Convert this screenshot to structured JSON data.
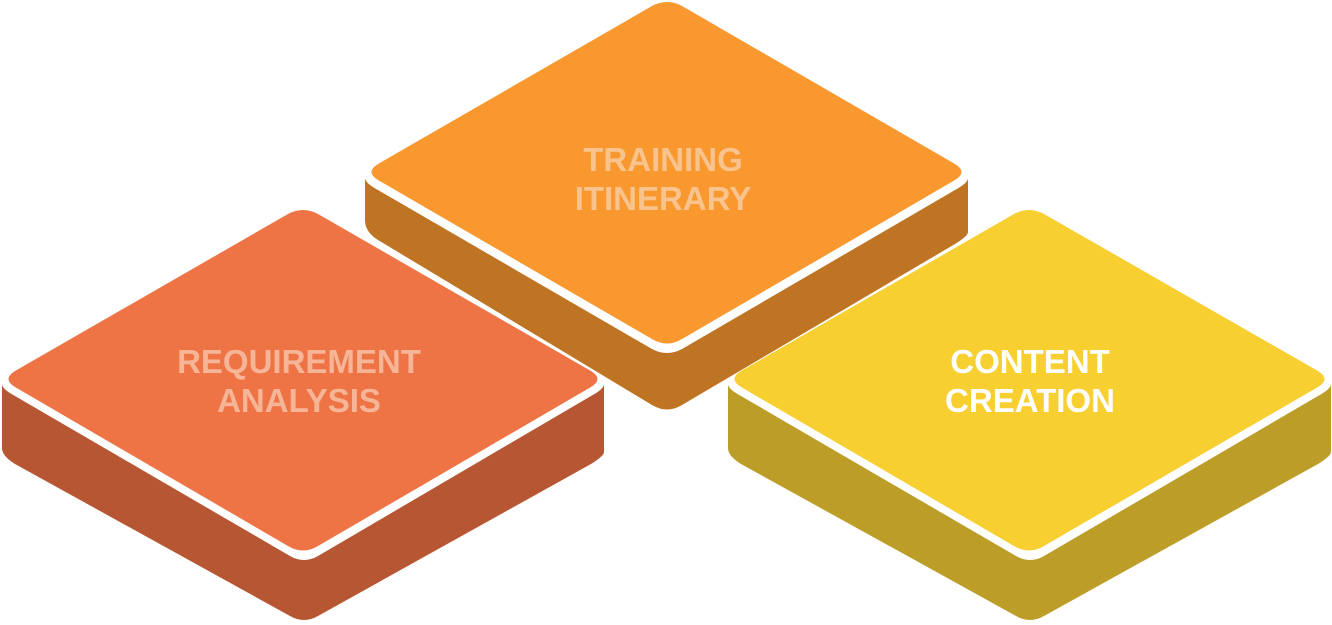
{
  "tiles": [
    {
      "id": "requirement-analysis",
      "label_line1": "REQUIREMENT",
      "label_line2": "ANALYSIS",
      "top_color": "#EE7446",
      "side_color": "#B75632",
      "text_color": "#F6B597"
    },
    {
      "id": "training-itinerary",
      "label_line1": "TRAINING",
      "label_line2": "ITINERARY",
      "top_color": "#F8982E",
      "side_color": "#BE7422",
      "text_color": "#F9C38D"
    },
    {
      "id": "content-creation",
      "label_line1": "CONTENT",
      "label_line2": "CREATION",
      "top_color": "#F8CF31",
      "side_color": "#BB9D27",
      "text_color": "#FFFFFF"
    }
  ]
}
